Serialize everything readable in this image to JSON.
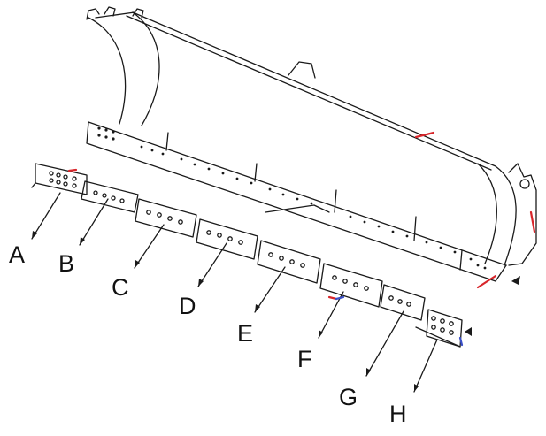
{
  "diagram": {
    "labels": [
      "A",
      "B",
      "C",
      "D",
      "E",
      "F",
      "G",
      "H"
    ],
    "colors": {
      "line": "#1a1a1a",
      "accent_red": "#d8262b",
      "accent_blue": "#3a4fc8"
    }
  }
}
